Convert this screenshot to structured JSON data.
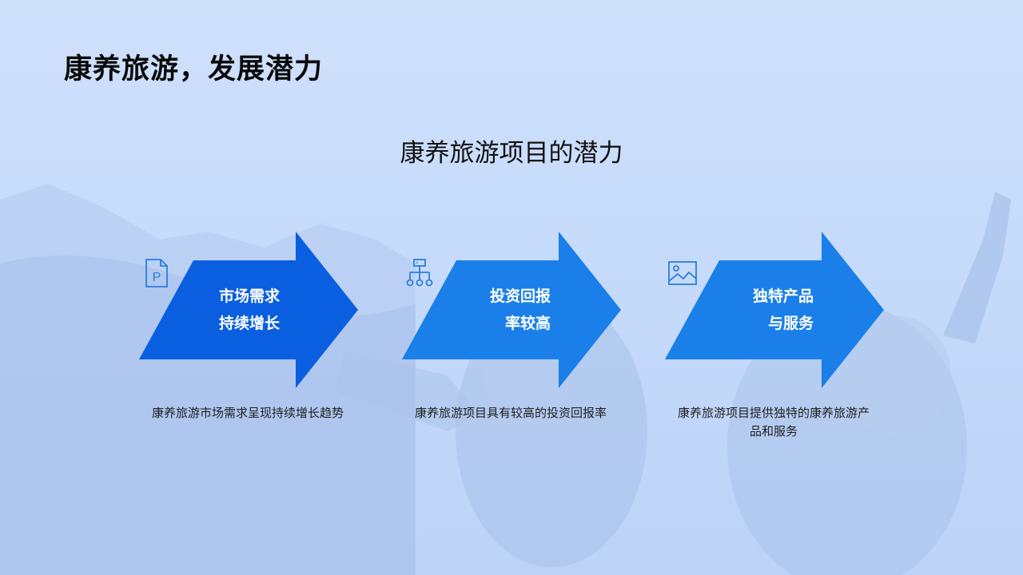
{
  "slide": {
    "title": "康养旅游，发展潜力",
    "subtitle": "康养旅游项目的潜力"
  },
  "cards": [
    {
      "icon": "parking-document-icon",
      "label_line1": "市场需求",
      "label_line2": "持续增长",
      "description": "康养旅游市场需求呈现持续增长趋势",
      "color": "#0a5fe0"
    },
    {
      "icon": "org-chart-icon",
      "label_line1": "投资回报",
      "label_line2": "率较高",
      "description": "康养旅游项目具有较高的投资回报率",
      "color": "#1a7fe8"
    },
    {
      "icon": "image-icon",
      "label_line1": "独特产品",
      "label_line2": "与服务",
      "description": "康养旅游项目提供独特的康养旅游产品和服务",
      "color": "#1a7fe8"
    }
  ],
  "colors": {
    "accent": "#1a7fe8",
    "icon": "#2a7de0",
    "background": "#c6dbfb"
  }
}
